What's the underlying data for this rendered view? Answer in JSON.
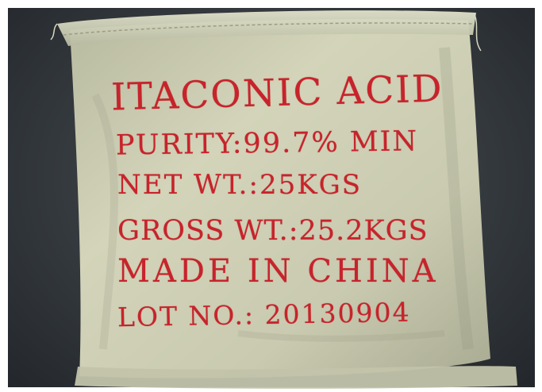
{
  "bag_label": {
    "product_name": "ITACONIC ACID",
    "purity": "PURITY:99.7% MIN",
    "net_weight": "NET WT.:25KGS",
    "gross_weight": "GROSS WT.:25.2KGS",
    "origin": "MADE IN CHINA",
    "lot_number": "LOT NO.: 20130904"
  },
  "colors": {
    "print_red": "#c8232b",
    "bag_cream": "#cfd0b4",
    "background_dark": "#353a3f"
  }
}
